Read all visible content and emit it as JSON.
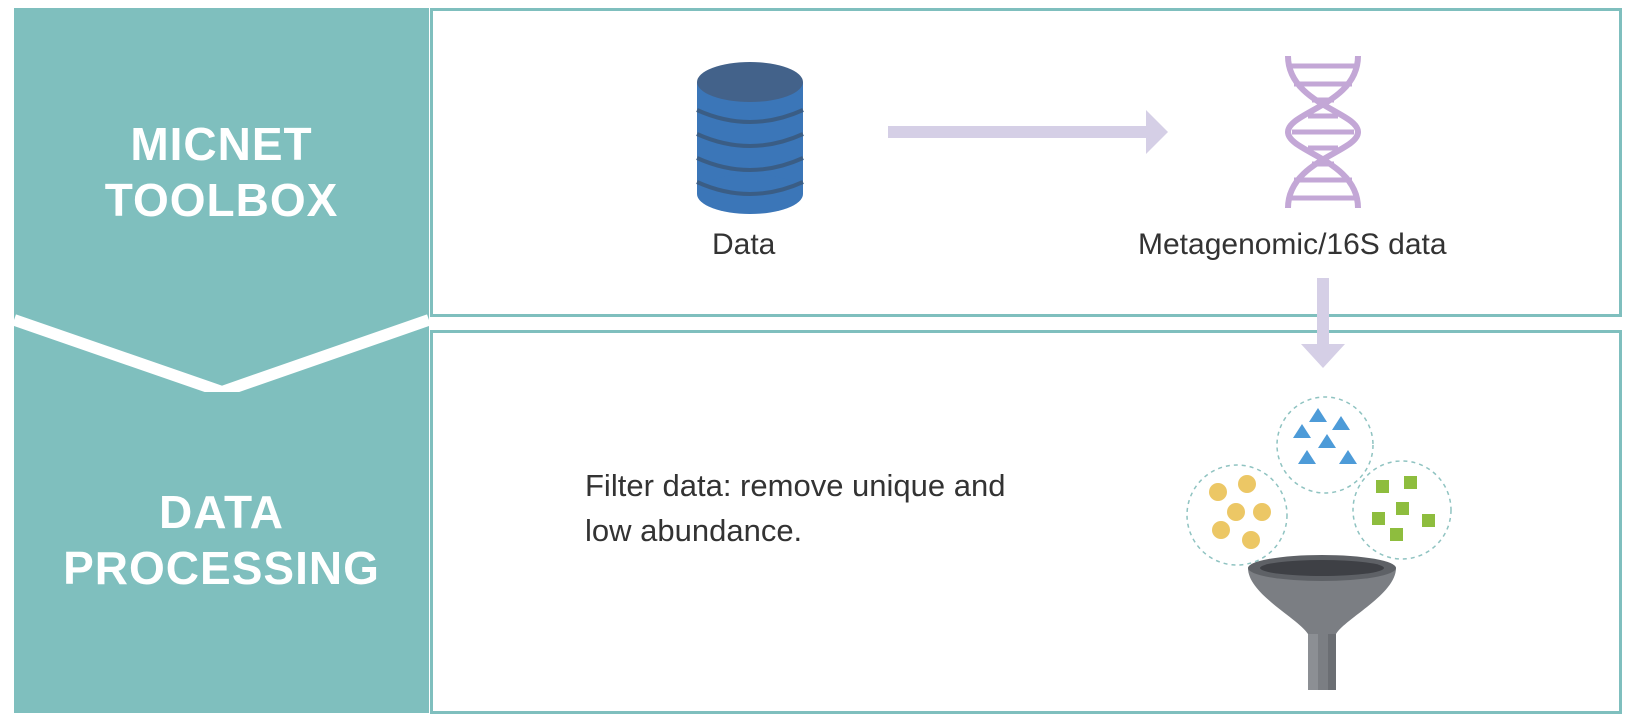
{
  "sidebar": {
    "top_title": [
      "MICNET",
      "TOOLBOX"
    ],
    "bottom_title": [
      "DATA",
      "PROCESSING"
    ]
  },
  "top_panel": {
    "data_label": "Data",
    "metagenomic_label": "Metagenomic/16S data",
    "icons": [
      "database-icon",
      "dna-icon",
      "right-arrow-icon"
    ]
  },
  "bottom_panel": {
    "description": [
      "Filter data: remove unique and",
      "low abundance."
    ],
    "icons": [
      "down-arrow-icon",
      "funnel-icon",
      "yellow-circles-icon",
      "blue-triangles-icon",
      "green-squares-icon"
    ]
  },
  "colors": {
    "teal": "#7fbfbe",
    "arrow": "#d5cfe6",
    "database_blue": "#3b76b8",
    "dna_purple": "#c3a7d6",
    "funnel_gray": "#7b7e83",
    "yellow": "#ecc765",
    "blue_particle": "#4d9bd8",
    "green": "#8ebd3e"
  }
}
